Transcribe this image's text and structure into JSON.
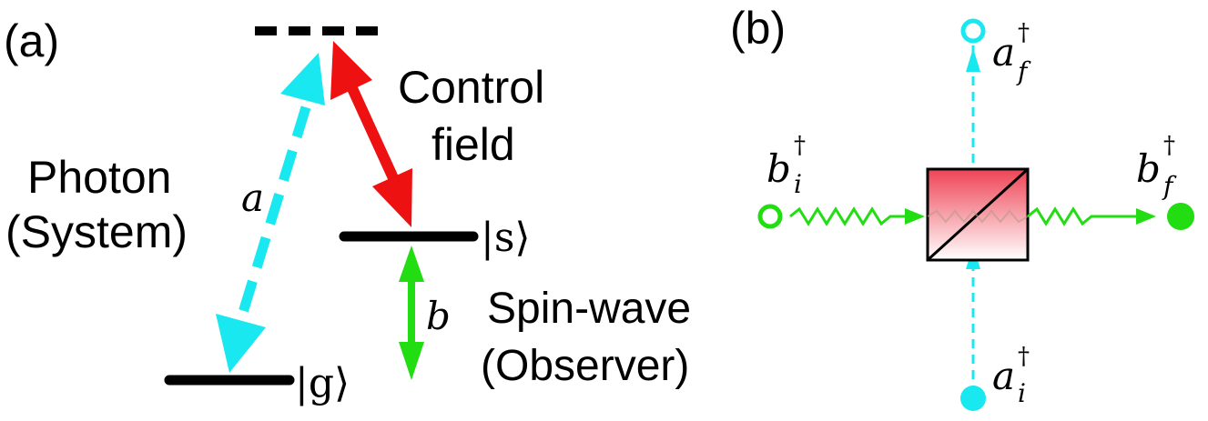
{
  "panel_a": {
    "label": "(a)",
    "photon_label_line1": "Photon",
    "photon_label_line2": "(System)",
    "control_label_line1": "Control",
    "control_label_line2": "field",
    "spinwave_label_line1": "Spin-wave",
    "spinwave_label_line2": "(Observer)",
    "state_s": "|s⟩",
    "state_g": "|g⟩",
    "symbol_a": "a",
    "symbol_b": "b",
    "colors": {
      "photon": "#19e8f0",
      "control": "#ee1111",
      "spinwave": "#22dd11",
      "level": "#000000"
    }
  },
  "panel_b": {
    "label": "(b)",
    "op_a": "a",
    "op_b": "b",
    "dagger": "†",
    "sub_i": "i",
    "sub_f": "f",
    "colors": {
      "photon": "#19e8f0",
      "spinwave": "#22dd11",
      "splitter_top": "#ee4455",
      "splitter_bottom": "#ffffff"
    }
  }
}
